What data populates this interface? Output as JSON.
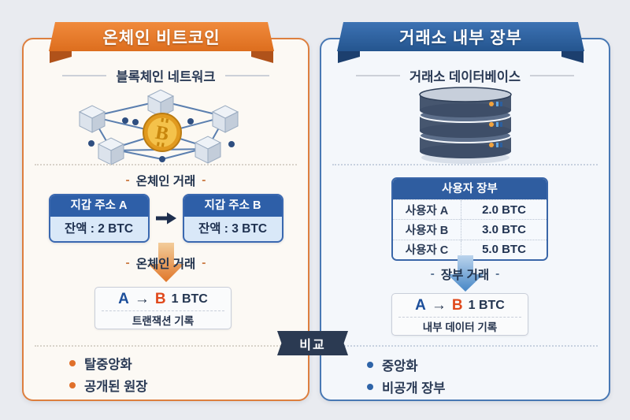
{
  "ui": {
    "dash": "-",
    "compare_label": "비교"
  },
  "left": {
    "banner": "온체인 비트코인",
    "subtitle": "블록체인 네트워크",
    "network_icon": "blockchain-network-diagram",
    "bitcoin_symbol": "B",
    "tx_section_label": "온체인 거래",
    "wallets": [
      {
        "title": "지갑 주소 A",
        "balance": "잔액 : 2 BTC"
      },
      {
        "title": "지갑 주소 B",
        "balance": "잔액 : 3 BTC"
      }
    ],
    "arrow_label": "온체인 거래",
    "tx_box": {
      "from": "A",
      "arrow": "→",
      "to": "B",
      "amount": "1 BTC",
      "caption": "트랜잭션 기록"
    },
    "bullets": [
      {
        "label": "탈중앙화"
      },
      {
        "label": "공개된 원장"
      }
    ],
    "colors": {
      "accent": "#dd6e1e",
      "panel_bg": "#fcf9f4",
      "bullet": "#e0702a"
    }
  },
  "right": {
    "banner": "거래소 내부 장부",
    "subtitle": "거래소 데이터베이스",
    "db_icon": "database-stack",
    "table": {
      "header": "사용자 장부",
      "rows": [
        {
          "user": "사용자 A",
          "amount": "2.0 BTC"
        },
        {
          "user": "사용자 B",
          "amount": "3.0 BTC"
        },
        {
          "user": "사용자 C",
          "amount": "5.0 BTC"
        }
      ]
    },
    "arrow_label": "장부 거래",
    "tx_box": {
      "from": "A",
      "arrow": "→",
      "to": "B",
      "amount": "1 BTC",
      "caption": "내부 데이터 기록"
    },
    "bullets": [
      {
        "label": "중앙화"
      },
      {
        "label": "비공개 장부"
      }
    ],
    "colors": {
      "accent": "#24558f",
      "panel_bg": "#f4f7fb",
      "bullet": "#2e64a8"
    }
  }
}
